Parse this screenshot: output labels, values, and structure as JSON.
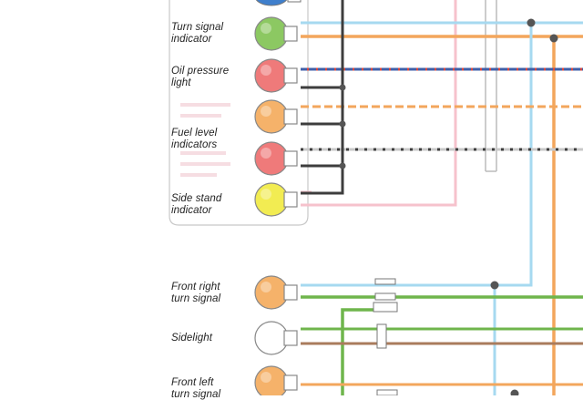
{
  "indicators": [
    {
      "id": "turn-signal",
      "label": "Turn signal\nindicator",
      "color": "#8cc862"
    },
    {
      "id": "oil-pressure",
      "label": "Oil pressure\nlight",
      "color": "#ef7a7a"
    },
    {
      "id": "amber-lamp",
      "label": "",
      "color": "#f5b26a"
    },
    {
      "id": "fuel-level",
      "label": "Fuel level\nindicators",
      "color": "#ef7a7a"
    },
    {
      "id": "side-stand",
      "label": "Side stand\nindicator",
      "color": "#f2ec52"
    }
  ],
  "lights": [
    {
      "id": "front-right-turn",
      "label": "Front right\nturn signal",
      "color": "#f5b26a"
    },
    {
      "id": "sidelight",
      "label": "Sidelight",
      "color": "#ffffff"
    },
    {
      "id": "front-left-turn",
      "label": "Front left\nturn signal",
      "color": "#f5b26a"
    }
  ],
  "wire_colors": {
    "light_blue": "#a6d9f0",
    "orange": "#f3a65c",
    "dark_blue": "#3f5fa8",
    "pink": "#f6c2cc",
    "green": "#6fb54c",
    "brown": "#a97b5c",
    "black": "#3d3d3d"
  }
}
